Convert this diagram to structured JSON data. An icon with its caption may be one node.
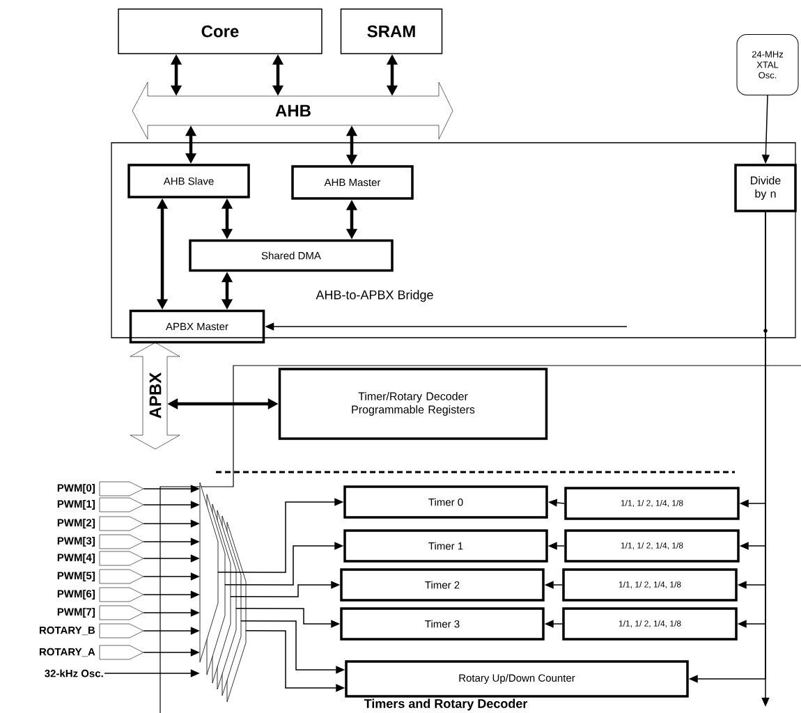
{
  "diagram": {
    "nodes": [
      {
        "text": [
          "Core"
        ]
      },
      {
        "text": [
          "SRAM"
        ]
      },
      {
        "text": [
          "AHB"
        ]
      },
      {
        "text": [
          "AHB-to-APBX Bridge"
        ]
      },
      {
        "text": [
          "AHB Slave"
        ],
        "in": 3
      },
      {
        "text": [
          "AHB Master"
        ],
        "in": 3
      },
      {
        "text": [
          "Shared DMA"
        ],
        "in": 3
      },
      {
        "text": [
          "APBX Master"
        ],
        "in": 3
      },
      {
        "text": [
          "Divide by n"
        ],
        "in": 3
      },
      {
        "text": [
          "24-MHz XTAL Osc."
        ]
      },
      {
        "text": [
          "APBX"
        ]
      },
      {
        "text": [
          "Timer/Rotary Decoder Programmable Registers"
        ]
      },
      {
        "text": [
          "PWM[0]"
        ]
      },
      {
        "text": [
          "PWM[1]"
        ]
      },
      {
        "text": [
          "PWM[2]"
        ]
      },
      {
        "text": [
          "PWM[3]"
        ]
      },
      {
        "text": [
          "PWM[4]"
        ]
      },
      {
        "text": [
          "PWM[5]"
        ]
      },
      {
        "text": [
          "PWM[6]"
        ]
      },
      {
        "text": [
          "PWM[7]"
        ]
      },
      {
        "text": [
          "ROTARY_B"
        ]
      },
      {
        "text": [
          "ROTARY_A"
        ]
      },
      {
        "text": [
          "32-kHz Osc."
        ]
      },
      {
        "text": [],
        "shape": "trapezoid"
      },
      {
        "text": [
          "Timer 0"
        ]
      },
      {
        "text": [
          "Timer 1"
        ]
      },
      {
        "text": [
          "Timer 2"
        ]
      },
      {
        "text": [
          "Timer 3"
        ]
      },
      {
        "text": [
          "1/1, 1/ 2, 1/4, 1/8"
        ]
      },
      {
        "text": [
          "1/1, 1/ 2, 1/4, 1/8"
        ]
      },
      {
        "text": [
          "1/1, 1/ 2, 1/4, 1/8"
        ]
      },
      {
        "text": [
          "1/1, 1/ 2, 1/4, 1/8"
        ]
      },
      {
        "text": [
          "Rotary Up/Down Counter"
        ]
      }
    ],
    "edges": [
      {
        "from": 0,
        "to": 2,
        "arrow": "both",
        "style": "thick"
      },
      {
        "from": 0,
        "to": 2,
        "arrow": "both",
        "style": "thick"
      },
      {
        "from": 1,
        "to": 2,
        "arrow": "both",
        "style": "thick"
      },
      {
        "from": 2,
        "to": 4,
        "arrow": "both",
        "style": "thick"
      },
      {
        "from": 2,
        "to": 5,
        "arrow": "both",
        "style": "thick"
      },
      {
        "from": 4,
        "to": 7,
        "arrow": "both",
        "style": "thick"
      },
      {
        "from": 4,
        "to": 6,
        "arrow": "both",
        "style": "thick"
      },
      {
        "from": 5,
        "to": 6,
        "arrow": "both",
        "style": "thick"
      },
      {
        "from": 6,
        "to": 7,
        "arrow": "both",
        "style": "thick"
      },
      {
        "from": null,
        "to": 7,
        "arrow": "to"
      },
      {
        "from": 9,
        "to": 8,
        "arrow": "to"
      },
      {
        "from": 10,
        "to": 11,
        "arrow": "both",
        "style": "thick"
      },
      {
        "from": 12,
        "to": 23,
        "arrow": "to"
      },
      {
        "from": 13,
        "to": 23,
        "arrow": "to"
      },
      {
        "from": 14,
        "to": 23,
        "arrow": "to"
      },
      {
        "from": 15,
        "to": 23,
        "arrow": "to"
      },
      {
        "from": 16,
        "to": 23,
        "arrow": "to"
      },
      {
        "from": 17,
        "to": 23,
        "arrow": "to"
      },
      {
        "from": 18,
        "to": 23,
        "arrow": "to"
      },
      {
        "from": 19,
        "to": 23,
        "arrow": "to"
      },
      {
        "from": 20,
        "to": 23,
        "arrow": "to"
      },
      {
        "from": 21,
        "to": 23,
        "arrow": "to"
      },
      {
        "from": 22,
        "to": 23,
        "arrow": "to"
      },
      {
        "from": 23,
        "to": 24,
        "arrow": "to"
      },
      {
        "from": 23,
        "to": 25,
        "arrow": "to"
      },
      {
        "from": 23,
        "to": 26,
        "arrow": "to"
      },
      {
        "from": 23,
        "to": 27,
        "arrow": "to"
      },
      {
        "from": 23,
        "to": 32,
        "arrow": "to"
      },
      {
        "from": 23,
        "to": 32,
        "arrow": "to"
      },
      {
        "from": 8,
        "to": 28,
        "arrow": "to"
      },
      {
        "from": 8,
        "to": 29,
        "arrow": "to"
      },
      {
        "from": 8,
        "to": 30,
        "arrow": "to"
      },
      {
        "from": 8,
        "to": 31,
        "arrow": "to"
      },
      {
        "from": 8,
        "to": 32,
        "arrow": "to"
      },
      {
        "from": 8,
        "to": null,
        "arrow": "to"
      },
      {
        "from": 28,
        "to": 24,
        "arrow": "to"
      },
      {
        "from": 29,
        "to": 25,
        "arrow": "to"
      },
      {
        "from": 30,
        "to": 26,
        "arrow": "to"
      },
      {
        "from": 31,
        "to": 27,
        "arrow": "to"
      }
    ],
    "labels": [
      "Timers and Rotary Decoder"
    ]
  }
}
